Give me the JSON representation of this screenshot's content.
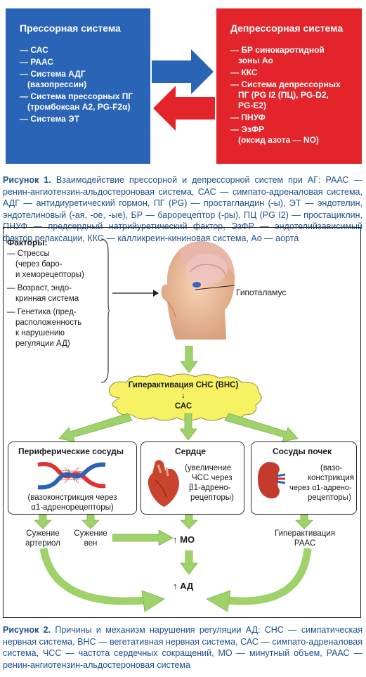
{
  "figure1": {
    "pressor": {
      "title": "Прессорная система",
      "items": [
        "— САС",
        "— РААС",
        "— Система АДГ",
        "(вазопрессин)",
        "— Система прессорных ПГ",
        "(тромбоксан A2, PG-F2α)",
        "— Система ЭТ"
      ]
    },
    "depressor": {
      "title": "Депрессорная система",
      "items": [
        "— БР синокаротидной",
        "зоны Ао",
        "— ККС",
        "— Система депрессорных",
        "ПГ (PG I2 (ПЦ), PG-D2,",
        "PG-E2)",
        "— ПНУФ",
        "— ЭзФР",
        "(оксид азота — NO)"
      ]
    },
    "caption_label": "Рисунок 1.",
    "caption_text": "Взаимодействие прессорной и депрессорной систем при АГ: РААС — ренин-ангиотензин-альдостероновая система, САС — симпато-адреналовая система, АДГ — антидиуретический гормон, ПГ (PG) — простагландин (-ы), ЭТ — эндотелин, эндотелиновый (-ая, -ое, -ые), БР — барорецептор (-ры), ПЦ (PG I2) — простациклин, ПНУФ — предсердный натрийуретический фактор, ЭзФР — эндотелийзависимый фактор релаксации, ККС — калликреин-кининовая система, Ао — аорта"
  },
  "figure2": {
    "factors_title": "Факторы:",
    "factors": [
      "— Стрессы",
      "(через баро-",
      "и хеморецепторы)",
      "— Возраст, эндо-",
      "кринная система",
      "— Генетика (пред-",
      "расположенность",
      "к нарушению",
      "регуляции АД)"
    ],
    "hypothalamus": "Гипоталамус",
    "cloud_line1": "Гиперактивация СНС (ВНС)",
    "cloud_arrow": "↓",
    "cloud_line2": "САС",
    "vessels": {
      "title": "Периферические сосуды",
      "text1": "(вазоконстрикция через",
      "text2": "α1-адренорецепторы)"
    },
    "heart": {
      "title": "Сердце",
      "lines": [
        "(увеличение",
        "ЧСС через",
        "β1-адрено-",
        "рецепторы)"
      ]
    },
    "kidney": {
      "title": "Сосуды почек",
      "lines": [
        "(вазо-",
        "констрикция",
        "через α1-адрено-",
        "рецепторы)"
      ]
    },
    "arterioles": [
      "Сужение",
      "артериол"
    ],
    "veins": [
      "Сужение",
      "вен"
    ],
    "mo": "↑ МО",
    "ad": "↑ АД",
    "raas": [
      "Гиперактивация",
      "РААС"
    ],
    "caption_label": "Рисунок 2.",
    "caption_text": "Причины и механизм нарушения регуляции АД: СНС — симпатическая нервная система, ВНС — вегетативная нервная система, САС — симпато-адреналовая система, ЧСС — частота сердечных сокращений, МО — минутный объем, РААС — ренин-ангиотензин-альдостероновая система"
  },
  "colors": {
    "pressor_blue": "#2a64b6",
    "depressor_red": "#e3242b",
    "arrow_green": "#9fd26a",
    "cloud_yellow": "#f7f264",
    "caption_blue": "#1d4f8f"
  }
}
